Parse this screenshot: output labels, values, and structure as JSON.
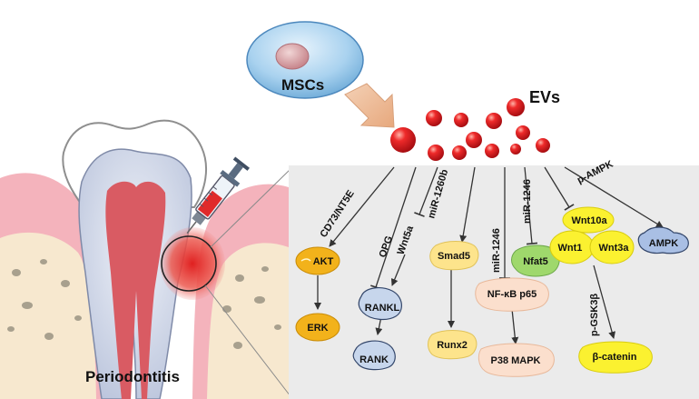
{
  "source": {
    "label": "MSCs"
  },
  "vesicles": {
    "label": "EVs"
  },
  "disease": {
    "label": "Periodontitis"
  },
  "edge_labels": {
    "cd73": "CD73/NT5E",
    "opg": "OPG",
    "mir1260b": "miR-1260b",
    "wnt5a": "Wnt5a",
    "mir1246a": "miR-1246",
    "mir1246b": "miR-1246",
    "pampk": "p-AMPK",
    "pgsk3b": "p-GSK3β"
  },
  "nodes": {
    "akt": "AKT",
    "erk": "ERK",
    "rankl": "RANKL",
    "rank": "RANK",
    "smad5": "Smad5",
    "runx2": "Runx2",
    "nfkb": "NF-κB p65",
    "p38": "P38 MAPK",
    "nfat5": "Nfat5",
    "wnt10a": "Wnt10a",
    "wnt1": "Wnt1",
    "wnt3a": "Wnt3a",
    "bcatenin": "β-catenin",
    "ampk": "AMPK"
  },
  "colors": {
    "panel": "#ebebeb",
    "vesicle": "#e0141e",
    "akt_erk": "#f2b21b",
    "rank": "#c7d6ec",
    "smad": "#fde48c",
    "nfkb": "#fbdfcd",
    "nfat5": "#9fd86c",
    "wnt": "#fbf130",
    "ampk": "#a9bfe4"
  }
}
